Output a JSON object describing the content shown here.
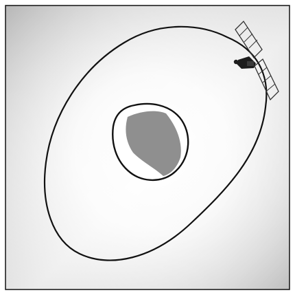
{
  "diagram": {
    "elements": [
      {
        "name": "body-outline",
        "kind": "irregular-sphere"
      },
      {
        "name": "body-dark-patch",
        "kind": "shaded-region"
      },
      {
        "name": "orbit",
        "kind": "elliptical-orbit-line"
      },
      {
        "name": "spacecraft",
        "kind": "satellite-with-solar-panels"
      }
    ],
    "colors": {
      "frame": "#111111",
      "background_center": "#ffffff",
      "background_shade": "#bdbdbd",
      "body_fill": "#ffffff",
      "body_patch": "#8f8f8f",
      "line": "#111111"
    }
  }
}
